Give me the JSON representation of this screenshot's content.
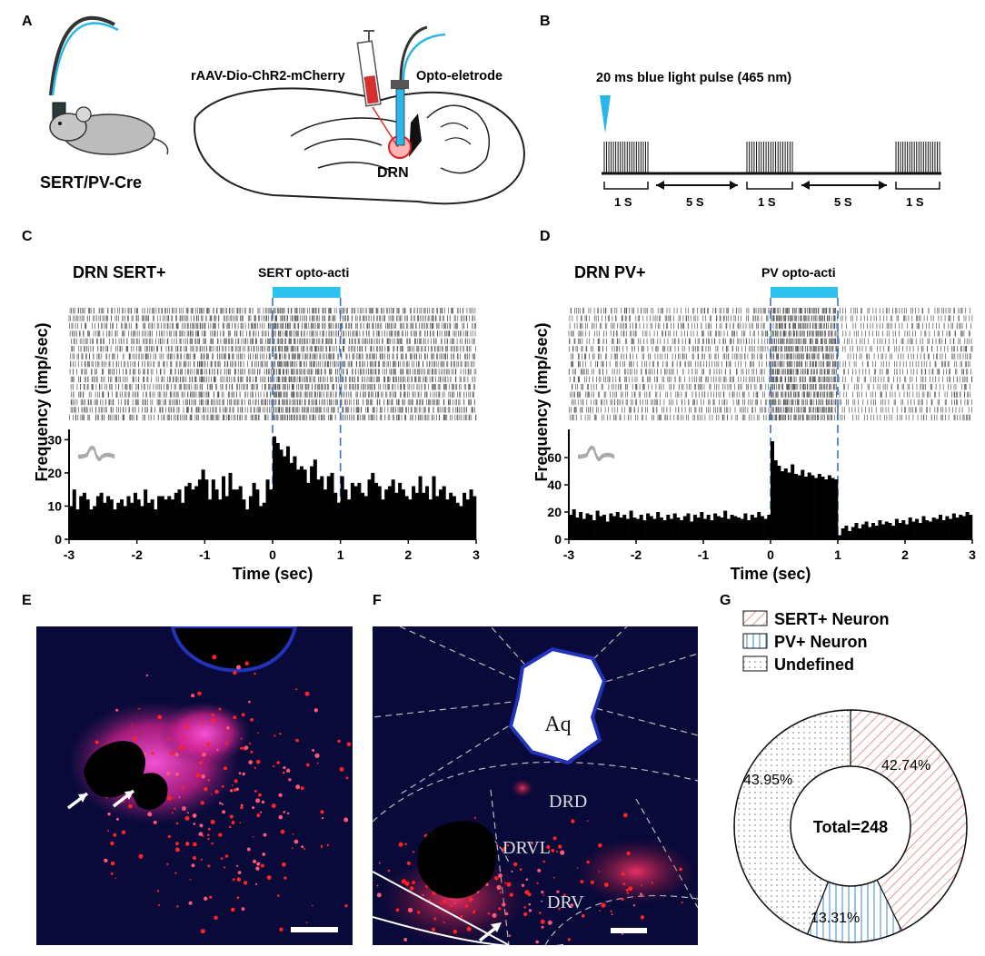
{
  "panels": {
    "A": {
      "letter": "A",
      "mouse_label": "SERT/PV-Cre",
      "virus_label": "rAAV-Dio-ChR2-mCherry",
      "electrode_label": "Opto-eletrode",
      "region_label": "DRN"
    },
    "B": {
      "letter": "B",
      "pulse_label": "20 ms blue light pulse (465 nm)",
      "on_label": "1 S",
      "off_label": "5 S",
      "trains": 3,
      "pulses_per_train": 20
    },
    "C": {
      "letter": "C",
      "cell_label": "DRN SERT+",
      "stim_label": "SERT opto-acti"
    },
    "D": {
      "letter": "D",
      "cell_label": "DRN PV+",
      "stim_label": "PV opto-acti"
    },
    "E": {
      "letter": "E"
    },
    "F": {
      "letter": "F",
      "region_labels": [
        "Aq",
        "DRD",
        "DRVL",
        "DRV"
      ]
    },
    "G": {
      "letter": "G",
      "center_label": "Total=248"
    }
  },
  "chart_data": [
    {
      "type": "bar",
      "panel": "C",
      "ylabel": "Frequency (imp/sec)",
      "xlabel": "Time (sec)",
      "xlim": [
        -3,
        3
      ],
      "ylim": [
        0,
        32
      ],
      "xticks": [
        "-3",
        "-2",
        "-1",
        "0",
        "1",
        "2",
        "3"
      ],
      "yticks": [
        "0",
        "10",
        "20",
        "30"
      ],
      "stim_window": [
        0,
        1
      ],
      "bin_width": 0.05,
      "values": [
        10,
        15,
        9,
        13,
        14,
        12,
        9,
        10,
        13,
        14,
        11,
        13,
        12,
        9,
        11,
        12,
        10,
        13,
        11,
        14,
        12,
        10,
        15,
        11,
        12,
        9,
        13,
        13,
        12,
        13,
        12,
        14,
        15,
        11,
        16,
        17,
        15,
        16,
        18,
        21,
        18,
        12,
        18,
        15,
        12,
        19,
        13,
        20,
        15,
        15,
        16,
        12,
        9,
        13,
        17,
        15,
        10,
        11,
        18,
        15,
        31,
        29,
        27,
        25,
        28,
        23,
        25,
        21,
        22,
        21,
        17,
        22,
        24,
        18,
        19,
        15,
        19,
        20,
        14,
        11,
        19,
        15,
        12,
        17,
        16,
        17,
        14,
        13,
        18,
        20,
        17,
        16,
        12,
        15,
        16,
        18,
        14,
        17,
        15,
        13,
        12,
        16,
        14,
        19,
        14,
        16,
        12,
        19,
        13,
        15,
        16,
        12,
        14,
        13,
        11,
        10,
        14,
        12,
        15,
        13
      ]
    },
    {
      "type": "bar",
      "panel": "D",
      "ylabel": "Frequency (imp/sec)",
      "xlabel": "Time (sec)",
      "xlim": [
        -3,
        3
      ],
      "ylim": [
        0,
        78
      ],
      "xticks": [
        "-3",
        "-2",
        "-1",
        "0",
        "1",
        "2",
        "3"
      ],
      "yticks": [
        "0",
        "20",
        "40",
        "60"
      ],
      "stim_window": [
        0,
        1
      ],
      "bin_width": 0.05,
      "values": [
        18,
        22,
        16,
        20,
        15,
        19,
        18,
        14,
        21,
        17,
        18,
        13,
        19,
        17,
        20,
        16,
        18,
        15,
        21,
        16,
        15,
        18,
        14,
        19,
        17,
        15,
        20,
        16,
        14,
        18,
        15,
        19,
        16,
        14,
        17,
        19,
        13,
        18,
        16,
        20,
        15,
        18,
        14,
        19,
        17,
        16,
        21,
        15,
        18,
        17,
        16,
        15,
        19,
        14,
        18,
        16,
        20,
        17,
        15,
        18,
        72,
        58,
        54,
        50,
        52,
        49,
        55,
        48,
        47,
        51,
        46,
        49,
        47,
        45,
        48,
        46,
        44,
        47,
        45,
        44,
        3,
        8,
        10,
        6,
        9,
        12,
        8,
        11,
        13,
        9,
        12,
        10,
        14,
        11,
        13,
        12,
        10,
        15,
        12,
        14,
        11,
        16,
        13,
        15,
        12,
        17,
        14,
        13,
        16,
        15,
        18,
        14,
        17,
        15,
        19,
        16,
        18,
        17,
        20,
        18
      ]
    },
    {
      "type": "pie",
      "panel": "G",
      "donut": true,
      "categories": [
        "SERT+ Neuron",
        "PV+ Neuron",
        "Undefined"
      ],
      "values": [
        42.74,
        13.31,
        43.95
      ],
      "labels": [
        "42.74%",
        "13.31%",
        "43.95%"
      ],
      "legend": "top-left",
      "colors": [
        "#d9534f",
        "#5b9bd5",
        "#777777"
      ]
    }
  ]
}
